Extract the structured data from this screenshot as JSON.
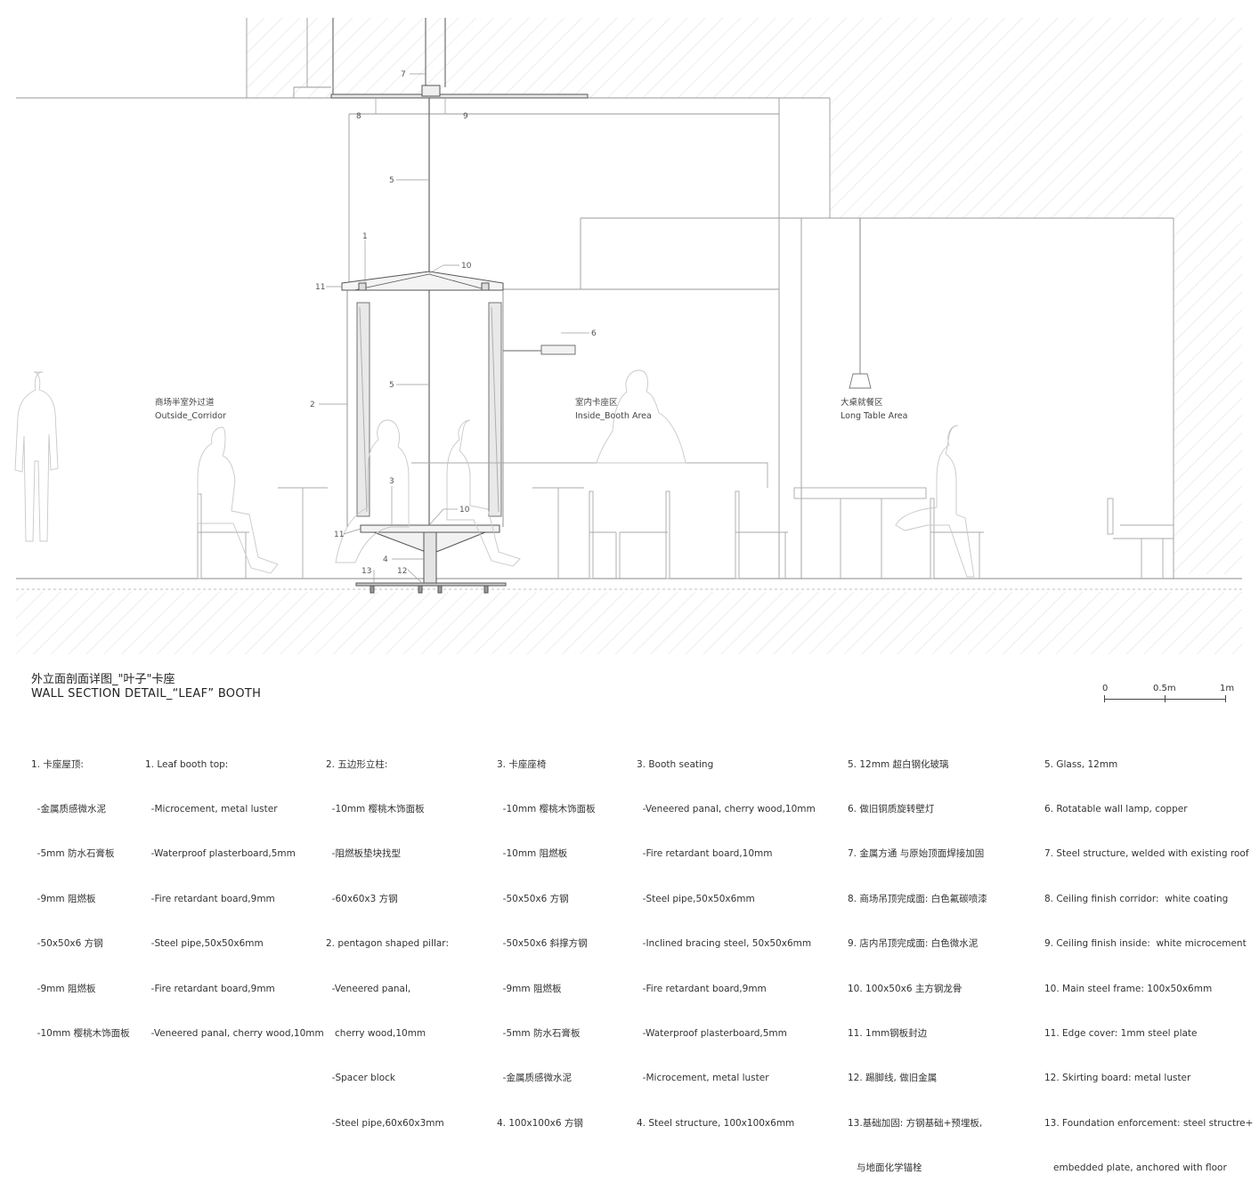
{
  "title": {
    "zh": "外立面剖面详图_\"叶子\"卡座",
    "en": "WALL SECTION DETAIL_“LEAF” BOOTH"
  },
  "scale_bar": {
    "labels": [
      "0",
      "0.5m",
      "1m"
    ]
  },
  "zones": {
    "outside_corridor": {
      "zh": "商场半室外过道",
      "en": "Outside_Corridor"
    },
    "inside_booth": {
      "zh": "室内卡座区",
      "en": "Inside_Booth Area"
    },
    "long_table": {
      "zh": "大桌就餐区",
      "en": "Long Table Area"
    }
  },
  "callouts": {
    "c7": "7",
    "c8": "8",
    "c9": "9",
    "c5a": "5",
    "c1": "1",
    "c10a": "10",
    "c11a": "11",
    "c6": "6",
    "c5b": "5",
    "c2": "2",
    "c3": "3",
    "c10b": "10",
    "c11b": "11",
    "c4": "4",
    "c13": "13",
    "c12": "12"
  },
  "notes": {
    "col1": [
      "1. 卡座屋顶:",
      "  -金属质感微水泥",
      "  -5mm 防水石膏板",
      "  -9mm 阻燃板",
      "  -50x50x6 方钢",
      "  -9mm 阻燃板",
      "  -10mm 樱桃木饰面板"
    ],
    "col2": [
      "1. Leaf booth top:",
      "  -Microcement, metal luster",
      "  -Waterproof plasterboard,5mm",
      "  -Fire retardant board,9mm",
      "  -Steel pipe,50x50x6mm",
      "  -Fire retardant board,9mm",
      "  -Veneered panal, cherry wood,10mm"
    ],
    "col3": [
      "2. 五边形立柱:",
      "  -10mm 樱桃木饰面板",
      "  -阻燃板垫块找型",
      "  -60x60x3 方钢",
      "2. pentagon shaped pillar:",
      "  -Veneered panal,",
      "   cherry wood,10mm",
      "  -Spacer block",
      "  -Steel pipe,60x60x3mm"
    ],
    "col4": [
      "3. 卡座座椅",
      "  -10mm 樱桃木饰面板",
      "  -10mm 阻燃板",
      "  -50x50x6 方钢",
      "  -50x50x6 斜撑方钢",
      "  -9mm 阻燃板",
      "  -5mm 防水石膏板",
      "  -金属质感微水泥",
      "4. 100x100x6 方钢"
    ],
    "col5": [
      "3. Booth seating",
      "  -Veneered panal, cherry wood,10mm",
      "  -Fire retardant board,10mm",
      "  -Steel pipe,50x50x6mm",
      "  -Inclined bracing steel, 50x50x6mm",
      "  -Fire retardant board,9mm",
      "  -Waterproof plasterboard,5mm",
      "  -Microcement, metal luster",
      "4. Steel structure, 100x100x6mm"
    ],
    "col6": [
      "5. 12mm 超白钢化玻璃",
      "6. 做旧铜质旋转壁灯",
      "7. 金属方通 与原始顶面焊接加固",
      "8. 商场吊顶完成面: 白色氟碳喷漆",
      "9. 店内吊顶完成面: 白色微水泥",
      "10. 100x50x6 主方钢龙骨",
      "11. 1mm钢板封边",
      "12. 踢脚线, 做旧金属",
      "13.基础加固: 方钢基础+预埋板,",
      "   与地面化学锚栓"
    ],
    "col7": [
      "5. Glass, 12mm",
      "6. Rotatable wall lamp, copper",
      "7. Steel structure, welded with existing roof",
      "8. Ceiling finish corridor:  white coating",
      "9. Ceiling finish inside:  white microcement",
      "10. Main steel frame: 100x50x6mm",
      "11. Edge cover: 1mm steel plate",
      "12. Skirting board: metal luster",
      "13. Foundation enforcement: steel structre+",
      "   embedded plate, anchored with floor"
    ]
  }
}
